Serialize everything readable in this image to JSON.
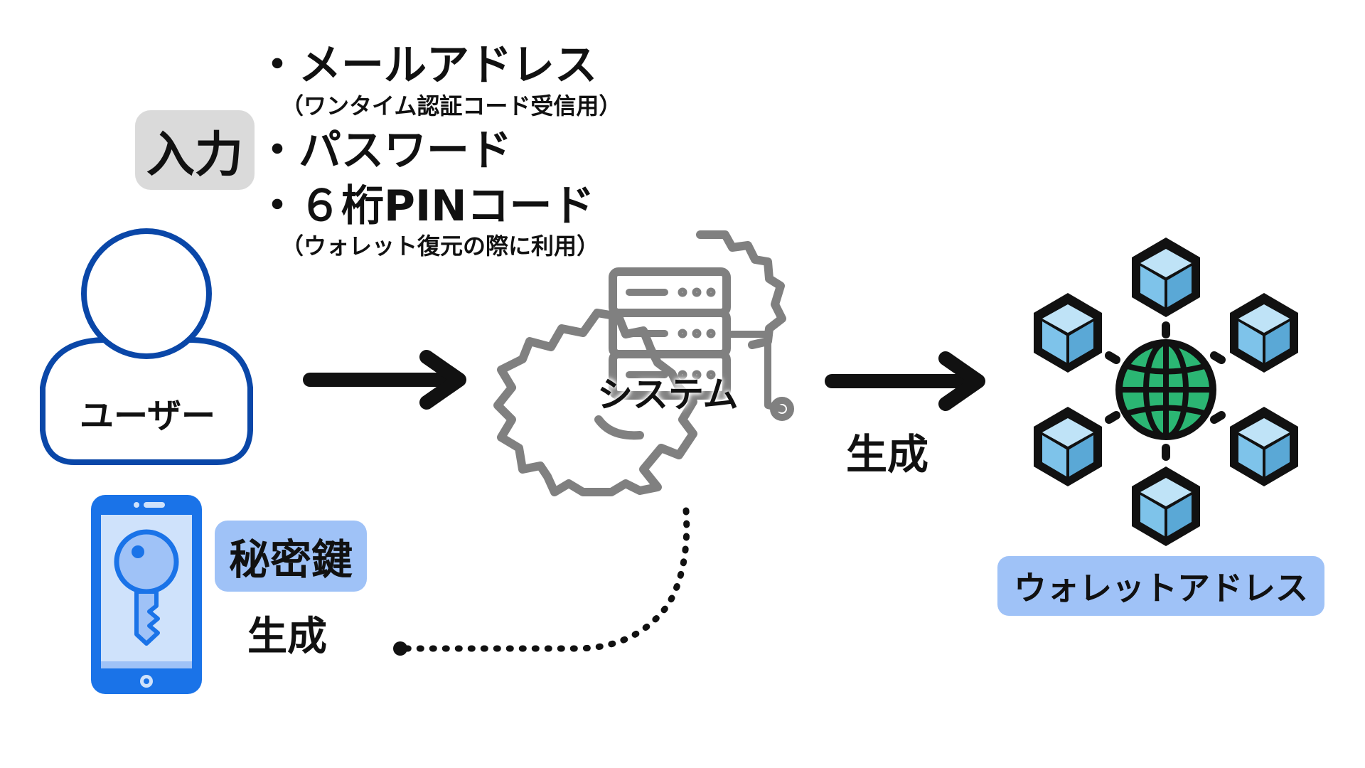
{
  "input_label": "入力",
  "inputs": [
    {
      "label": "・メールアドレス",
      "note": "（ワンタイム認証コード受信用）"
    },
    {
      "label": "・パスワード",
      "note": ""
    },
    {
      "label": "・６桁PINコード",
      "note": "（ウォレット復元の際に利用）"
    }
  ],
  "user_label": "ユーザー",
  "private_key_label": "秘密鍵",
  "generate_left": "生成",
  "system_label": "システム",
  "generate_right": "生成",
  "wallet_address_label": "ウォレットアドレス",
  "colors": {
    "user_outline": "#0a47a8",
    "phone_blue": "#1a73e8",
    "phone_light": "#cfe2fb",
    "badge_blue": "#9fc2f7",
    "badge_gray": "#dadada",
    "system_gray": "#808080",
    "cube_blue": "#7ec3ea",
    "globe_green": "#2bb673",
    "arrow": "#111111"
  }
}
